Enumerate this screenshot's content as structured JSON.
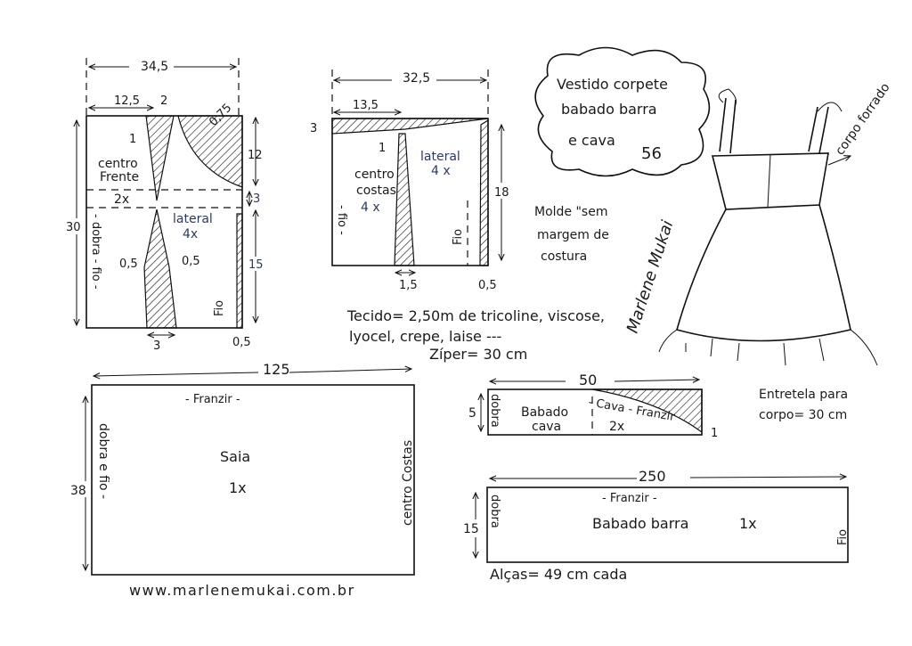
{
  "title": {
    "line1": "Vestido corpete",
    "line2": "babado barra",
    "line3": "e cava",
    "number": "56"
  },
  "note_molde": {
    "line1": "Molde \"sem",
    "line2": "margem de",
    "line3": "costura"
  },
  "signature": "Marlene Mukai",
  "dress_label": "corpo forrado",
  "front_bodice": {
    "width": "34,5",
    "top_left": "12,5",
    "dart": "2",
    "dart_mark": "1",
    "curve": "0,75",
    "height": "30",
    "upper": "12",
    "band": "3",
    "lower": "15",
    "label_center": "centro",
    "label_center2": "Frente",
    "count_center": "2x",
    "label_side": "lateral",
    "count_side": "4x",
    "fold": "- dobra - fio -",
    "grain": "Fio",
    "dart_left": "0,5",
    "dart_right": "0,5",
    "bottom_dart": "3",
    "bottom_side": "0,5"
  },
  "back_bodice": {
    "width": "32,5",
    "top_left": "13,5",
    "band": "3",
    "dart_mark": "1",
    "label_side": "lateral",
    "count_side": "4 x",
    "label_center": "centro",
    "label_center2": "costas",
    "count_center": "4 x",
    "height": "18",
    "grain_left": "- fio -",
    "grain": "Fio",
    "bottom_dart": "1,5",
    "bottom_side": "0,5"
  },
  "materials": {
    "fabric": "Tecido= 2,50m de tricoline, viscose,",
    "fabric2": "lyocel, crepe, laise ---",
    "zipper": "Zíper= 30 cm"
  },
  "skirt": {
    "width": "125",
    "height": "38",
    "gather": "- Franzir -",
    "name": "Saia",
    "count": "1x",
    "fold": "dobra e fio -",
    "center": "centro Costas"
  },
  "ruffle_armhole": {
    "width": "50",
    "height": "5",
    "fold": "dobra",
    "name": "Babado",
    "name2": "cava",
    "count": "2x",
    "cut_label": "- Cava - Franzir",
    "mark": "1"
  },
  "interfacing": {
    "line1": "Entretela para",
    "line2": "corpo= 30 cm"
  },
  "ruffle_hem": {
    "width": "250",
    "height": "15",
    "gather": "- Franzir -",
    "name": "Babado barra",
    "count": "1x",
    "fold": "dobra",
    "grain": "Fio"
  },
  "straps": "Alças= 49 cm cada",
  "website": "www.marlenemukai.com.br"
}
